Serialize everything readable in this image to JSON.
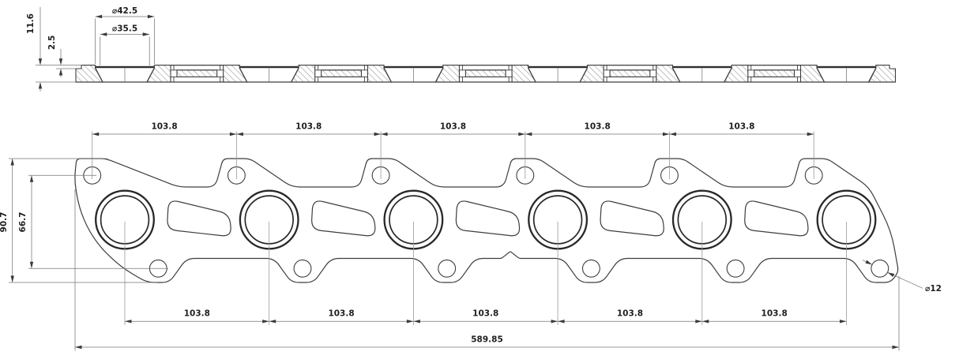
{
  "colors": {
    "background": "#ffffff",
    "line": "#3d3d3d",
    "dim_line": "#757575",
    "text": "#1e1e1e"
  },
  "section_view": {
    "description": "gasket-cross-section",
    "port_count": 6,
    "dims": {
      "outer_diameter": "⌀42.5",
      "inner_diameter": "⌀35.5",
      "total_height": "11.6",
      "plate_thickness": "2.5"
    }
  },
  "plan_view": {
    "description": "gasket-plan-view",
    "port_count": 6,
    "bolt_hole_count": 12,
    "slot_count": 5,
    "dims": {
      "top_pitch": [
        "103.8",
        "103.8",
        "103.8",
        "103.8",
        "103.8"
      ],
      "bottom_pitch": [
        "103.8",
        "103.8",
        "103.8",
        "103.8",
        "103.8"
      ],
      "overall_length": "589.85",
      "overall_height": "90.7",
      "bolt_row_spacing": "66.7",
      "bolt_hole_diameter": "⌀12"
    }
  }
}
